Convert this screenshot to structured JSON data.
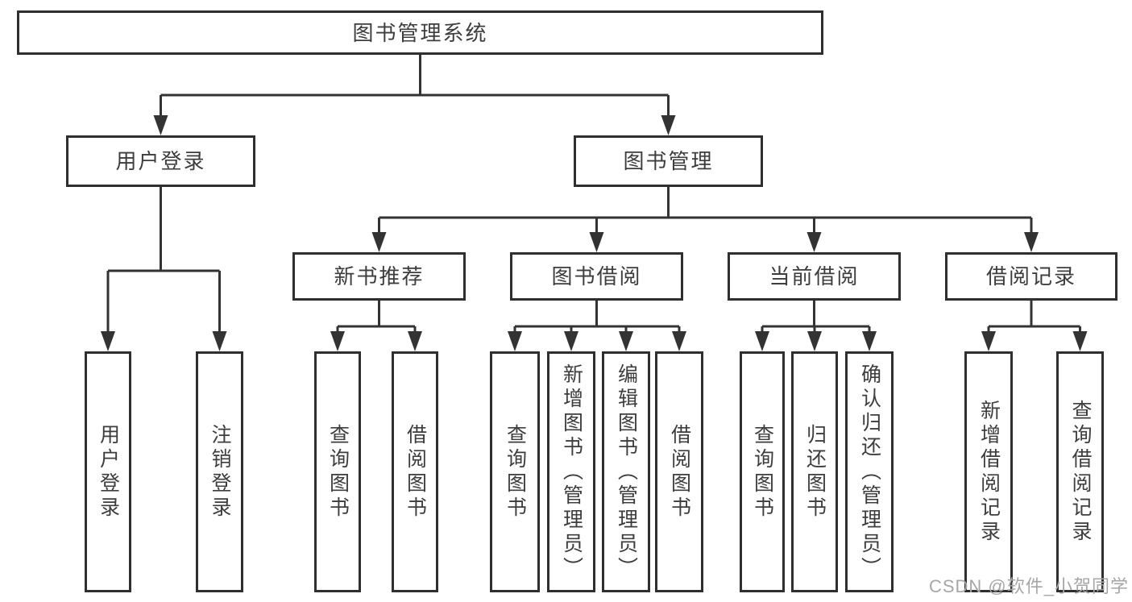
{
  "diagram": {
    "title": "图书管理系统",
    "root": {
      "id": "root",
      "label": "图书管理系统",
      "children": [
        {
          "id": "user-login",
          "label": "用户登录",
          "children": [
            {
              "id": "login",
              "label": "用户登录"
            },
            {
              "id": "logout",
              "label": "注销登录"
            }
          ]
        },
        {
          "id": "book-mgmt",
          "label": "图书管理",
          "children": [
            {
              "id": "new-book-rec",
              "label": "新书推荐",
              "children": [
                {
                  "id": "nbr-query-book",
                  "label": "查询图书"
                },
                {
                  "id": "nbr-borrow-book",
                  "label": "借阅图书"
                }
              ]
            },
            {
              "id": "book-borrow",
              "label": "图书借阅",
              "children": [
                {
                  "id": "bb-query-book",
                  "label": "查询图书"
                },
                {
                  "id": "bb-add-book",
                  "label": "新增图书（管理员）"
                },
                {
                  "id": "bb-edit-book",
                  "label": "编辑图书（管理员）"
                },
                {
                  "id": "bb-borrow-book",
                  "label": "借阅图书"
                }
              ]
            },
            {
              "id": "current-borrow",
              "label": "当前借阅",
              "children": [
                {
                  "id": "cb-query-book",
                  "label": "查询图书"
                },
                {
                  "id": "cb-return-book",
                  "label": "归还图书"
                },
                {
                  "id": "cb-confirm-return",
                  "label": "确认归还（管理员）"
                }
              ]
            },
            {
              "id": "borrow-records",
              "label": "借阅记录",
              "children": [
                {
                  "id": "br-add-record",
                  "label": "新增借阅记录"
                },
                {
                  "id": "br-query-record",
                  "label": "查询借阅记录"
                }
              ]
            }
          ]
        }
      ]
    }
  },
  "watermark": {
    "text": "CSDN @软件_小贺同学"
  },
  "colors": {
    "line": "#333333",
    "border": "#2f2f2f",
    "text": "#3d3d3d",
    "watermark": "#a6a6a6",
    "background": "#ffffff"
  }
}
